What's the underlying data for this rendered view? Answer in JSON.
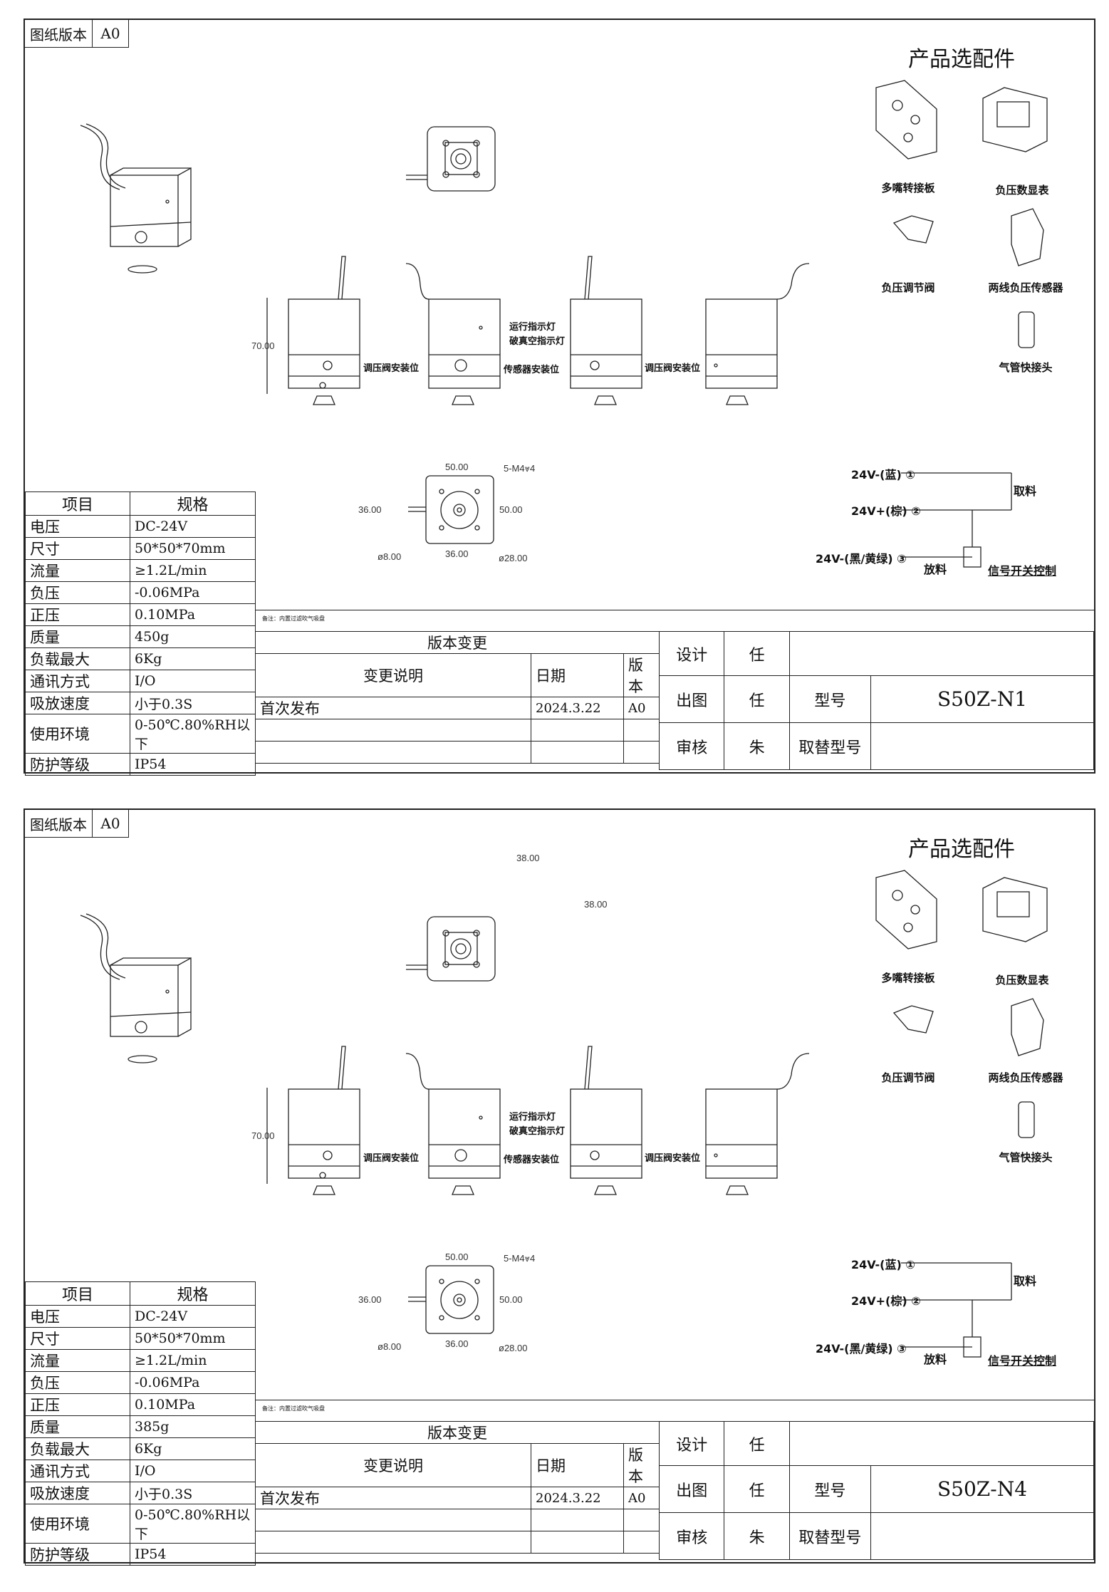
{
  "sheets": [
    {
      "version_label": "图纸版本",
      "version_value": "A0",
      "accessories_title": "产品选配件",
      "accessories": [
        "多嘴转接板",
        "负压数显表",
        "负压调节阀",
        "两线负压传感器",
        "气管快接头"
      ],
      "callouts": {
        "run_light": "运行指示灯",
        "vac_break_light": "破真空指示灯",
        "regulator_pos_1": "调压阀安装位",
        "sensor_pos": "传感器安装位",
        "regulator_pos_2": "调压阀安装位"
      },
      "dims": {
        "height": "70.00",
        "top_w": "50.00",
        "thread": "5-M4⩔4",
        "side_h": "36.00",
        "side_h2": "50.00",
        "bottom_w": "36.00",
        "d_small": "ø8.00",
        "d_large": "ø28.00",
        "extra_w": "",
        "extra_h": ""
      },
      "wiring": {
        "w1": "24V-(蓝) ①",
        "w2": "24V+(棕) ②",
        "w3": "24V-(黑/黄绿) ③",
        "pick": "取料",
        "release": "放料",
        "signal": "信号开关控制"
      },
      "note": "备注：内置过滤吹气吸盘",
      "spec_header": [
        "项目",
        "规格"
      ],
      "spec_rows": [
        [
          "电压",
          "DC-24V"
        ],
        [
          "尺寸",
          "50*50*70mm"
        ],
        [
          "流量",
          "≥1.2L/min"
        ],
        [
          "负压",
          "-0.06MPa"
        ],
        [
          "正压",
          "0.10MPa"
        ],
        [
          "质量",
          "450g"
        ],
        [
          "负载最大",
          "6Kg"
        ],
        [
          "通讯方式",
          "I/O"
        ],
        [
          "吸放速度",
          "小于0.3S"
        ],
        [
          "使用环境",
          "0-50℃.80%RH以下"
        ],
        [
          "防护等级",
          "IP54"
        ]
      ],
      "change": {
        "title": "版本变更",
        "col_desc": "变更说明",
        "col_date": "日期",
        "col_ver": "版本",
        "row_desc": "首次发布",
        "row_date": "2024.3.22",
        "row_ver": "A0"
      },
      "title_block": {
        "design": "设计",
        "design_by": "任",
        "drawn": "出图",
        "drawn_by": "任",
        "review": "审核",
        "review_by": "朱",
        "model_label": "型号",
        "model": "S50Z-N1",
        "replace_label": "取替型号",
        "replace": ""
      }
    },
    {
      "version_label": "图纸版本",
      "version_value": "A0",
      "accessories_title": "产品选配件",
      "accessories": [
        "多嘴转接板",
        "负压数显表",
        "负压调节阀",
        "两线负压传感器",
        "气管快接头"
      ],
      "callouts": {
        "run_light": "运行指示灯",
        "vac_break_light": "破真空指示灯",
        "regulator_pos_1": "调压阀安装位",
        "sensor_pos": "传感器安装位",
        "regulator_pos_2": "调压阀安装位"
      },
      "dims": {
        "height": "70.00",
        "top_w": "50.00",
        "thread": "5-M4⩔4",
        "side_h": "36.00",
        "side_h2": "50.00",
        "bottom_w": "36.00",
        "d_small": "ø8.00",
        "d_large": "ø28.00",
        "extra_w": "38.00",
        "extra_h": "38.00"
      },
      "wiring": {
        "w1": "24V-(蓝) ①",
        "w2": "24V+(棕) ②",
        "w3": "24V-(黑/黄绿) ③",
        "pick": "取料",
        "release": "放料",
        "signal": "信号开关控制"
      },
      "note": "备注：内置过滤吹气吸盘",
      "spec_header": [
        "项目",
        "规格"
      ],
      "spec_rows": [
        [
          "电压",
          "DC-24V"
        ],
        [
          "尺寸",
          "50*50*70mm"
        ],
        [
          "流量",
          "≥1.2L/min"
        ],
        [
          "负压",
          "-0.06MPa"
        ],
        [
          "正压",
          "0.10MPa"
        ],
        [
          "质量",
          "385g"
        ],
        [
          "负载最大",
          "6Kg"
        ],
        [
          "通讯方式",
          "I/O"
        ],
        [
          "吸放速度",
          "小于0.3S"
        ],
        [
          "使用环境",
          "0-50℃.80%RH以下"
        ],
        [
          "防护等级",
          "IP54"
        ]
      ],
      "change": {
        "title": "版本变更",
        "col_desc": "变更说明",
        "col_date": "日期",
        "col_ver": "版本",
        "row_desc": "首次发布",
        "row_date": "2024.3.22",
        "row_ver": "A0"
      },
      "title_block": {
        "design": "设计",
        "design_by": "任",
        "drawn": "出图",
        "drawn_by": "任",
        "review": "审核",
        "review_by": "朱",
        "model_label": "型号",
        "model": "S50Z-N4",
        "replace_label": "取替型号",
        "replace": ""
      }
    }
  ]
}
